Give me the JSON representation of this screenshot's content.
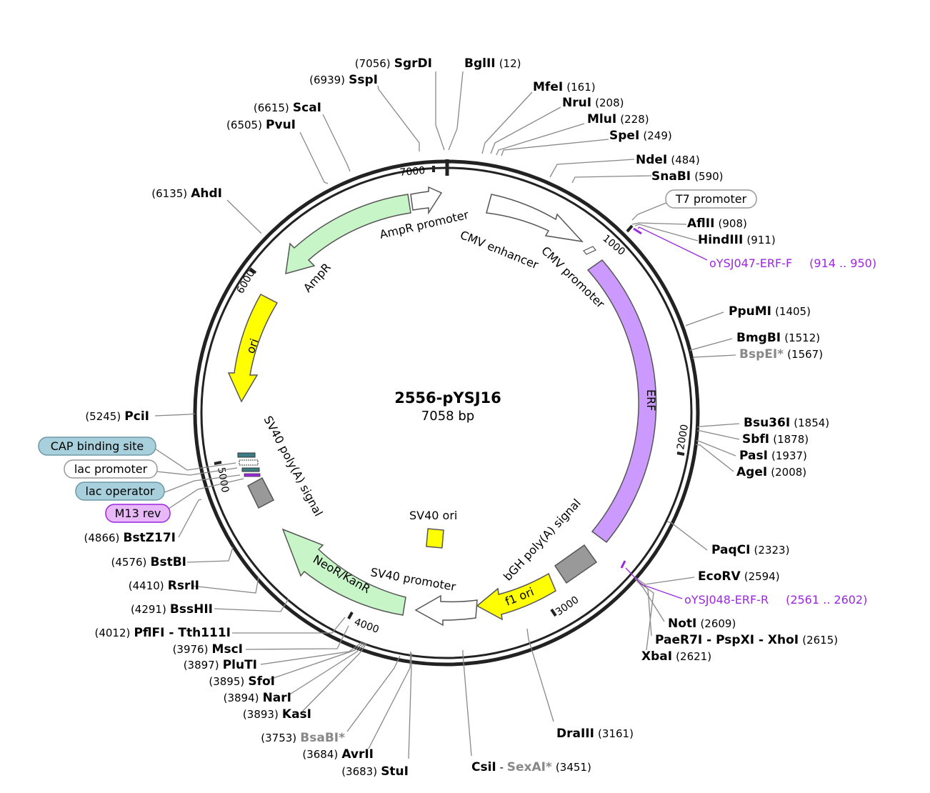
{
  "plasmid": {
    "name": "2556-pYSJ16",
    "size_label": "7058 bp"
  },
  "tick_labels": [
    "1000",
    "2000",
    "3000",
    "4000",
    "5000",
    "6000",
    "7000"
  ],
  "sites": [
    {
      "pos": "(7056)",
      "name": "SgrDI"
    },
    {
      "pos": "(12)",
      "name": "BglII"
    },
    {
      "pos": "(6939)",
      "name": "SspI"
    },
    {
      "pos": "(161)",
      "name": "MfeI"
    },
    {
      "pos": "(208)",
      "name": "NruI"
    },
    {
      "pos": "(6615)",
      "name": "ScaI"
    },
    {
      "pos": "(228)",
      "name": "MluI"
    },
    {
      "pos": "(6505)",
      "name": "PvuI"
    },
    {
      "pos": "(249)",
      "name": "SpeI"
    },
    {
      "pos": "(484)",
      "name": "NdeI"
    },
    {
      "pos": "(590)",
      "name": "SnaBI"
    },
    {
      "pos": "(6135)",
      "name": "AhdI"
    },
    {
      "pos": "(908)",
      "name": "AflII"
    },
    {
      "pos": "(911)",
      "name": "HindIII"
    },
    {
      "pos": "(1405)",
      "name": "PpuMI"
    },
    {
      "pos": "(1512)",
      "name": "BmgBI"
    },
    {
      "pos": "(1567)",
      "name": "BspEI*"
    },
    {
      "pos": "(5245)",
      "name": "PciI"
    },
    {
      "pos": "(1854)",
      "name": "Bsu36I"
    },
    {
      "pos": "(1878)",
      "name": "SbfI"
    },
    {
      "pos": "(1937)",
      "name": "PasI"
    },
    {
      "pos": "(2008)",
      "name": "AgeI"
    },
    {
      "pos": "(4866)",
      "name": "BstZ17I"
    },
    {
      "pos": "(2323)",
      "name": "PaqCI"
    },
    {
      "pos": "(4576)",
      "name": "BstBI"
    },
    {
      "pos": "(2594)",
      "name": "EcoRV"
    },
    {
      "pos": "(4410)",
      "name": "RsrII"
    },
    {
      "pos": "(4291)",
      "name": "BssHII"
    },
    {
      "pos": "(2609)",
      "name": "NotI"
    },
    {
      "pos": "(4012)",
      "name": "PflFI - Tth111I"
    },
    {
      "pos": "(2615)",
      "name": "PaeR7I - PspXI - XhoI"
    },
    {
      "pos": "(3976)",
      "name": "MscI"
    },
    {
      "pos": "(2621)",
      "name": "XbaI"
    },
    {
      "pos": "(3897)",
      "name": "PluTI"
    },
    {
      "pos": "(3895)",
      "name": "SfoI"
    },
    {
      "pos": "(3894)",
      "name": "NarI"
    },
    {
      "pos": "(3893)",
      "name": "KasI"
    },
    {
      "pos": "(3161)",
      "name": "DraIII"
    },
    {
      "pos": "(3753)",
      "name": "BsaBI*"
    },
    {
      "pos": "(3684)",
      "name": "AvrII"
    },
    {
      "pos": "(3451)",
      "name": "CsiI"
    },
    {
      "pos": "(3683)",
      "name": "StuI"
    }
  ],
  "csi_suffix": {
    "sep": " - ",
    "name": "SexAI*"
  },
  "primers": [
    {
      "name": "oYSJ047-ERF-F",
      "range": "(914 .. 950)"
    },
    {
      "name": "oYSJ048-ERF-R",
      "range": "(2561 .. 2602)"
    }
  ],
  "callouts": [
    "T7 promoter",
    "CAP binding site",
    "lac promoter",
    "lac operator",
    "M13 rev"
  ],
  "features": {
    "ampr_promoter": "AmpR promoter",
    "ampr": "AmpR",
    "cmv_enhancer": "CMV enhancer",
    "cmv_promoter": "CMV promoter",
    "erf": "ERF",
    "ori": "ori",
    "sv40_polya": "SV40 poly(A) signal",
    "sv40_ori": "SV40 ori",
    "bgh_polya": "bGH poly(A) signal",
    "f1_ori": "f1 ori",
    "neor": "NeoR/KanR",
    "sv40_promoter": "SV40 promoter"
  },
  "colors": {
    "ampr": "#c8f5c8",
    "erf": "#cc99ff",
    "ori": "#ffff00",
    "neor": "#c8f5c8",
    "primer": "#9b27e0",
    "cap_site": "#a8d0dc",
    "m13": "#e8b8f8",
    "backbone": "#222222",
    "leader": "#888888"
  }
}
